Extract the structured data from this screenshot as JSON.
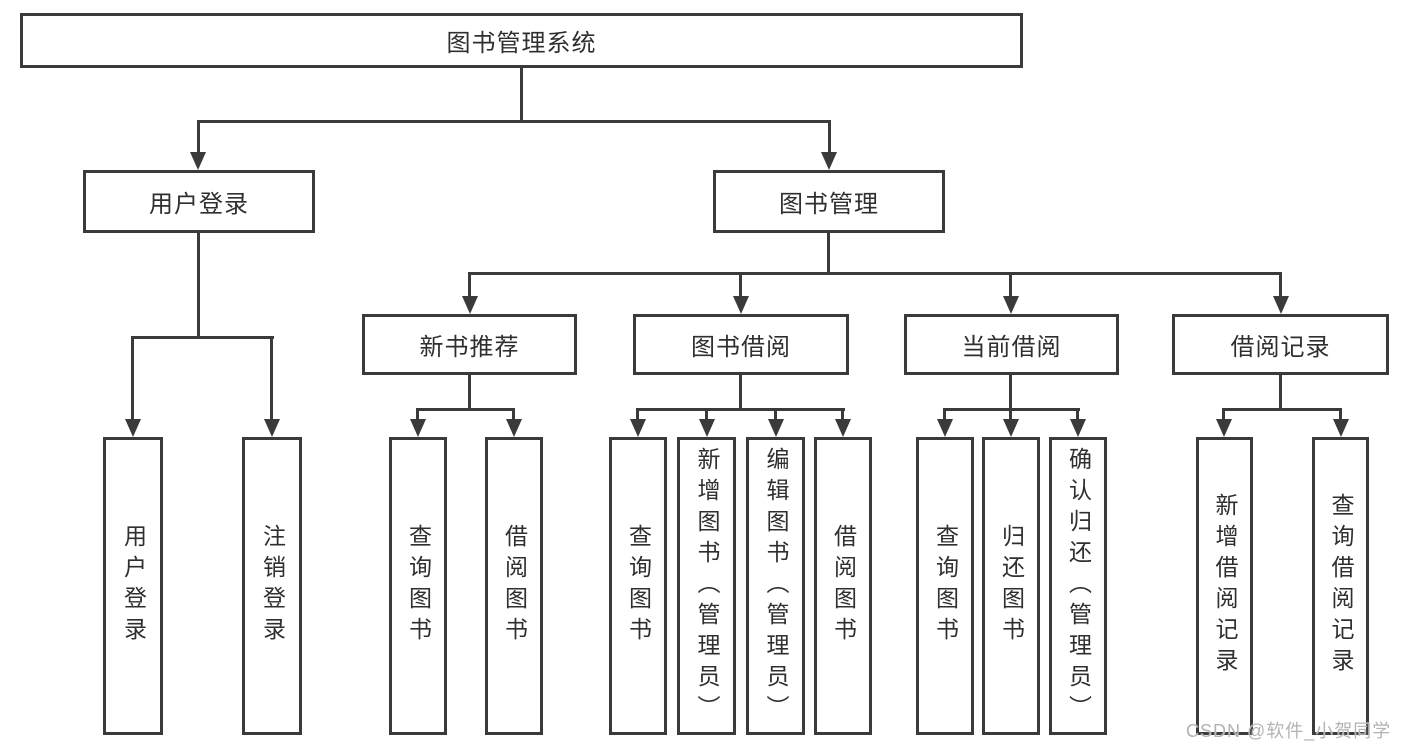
{
  "diagram_type": "hierarchy",
  "tree": {
    "label": "图书管理系统",
    "children": [
      {
        "label": "用户登录",
        "children": [
          {
            "label": "用户登录"
          },
          {
            "label": "注销登录"
          }
        ]
      },
      {
        "label": "图书管理",
        "children": [
          {
            "label": "新书推荐",
            "children": [
              {
                "label": "查询图书"
              },
              {
                "label": "借阅图书"
              }
            ]
          },
          {
            "label": "图书借阅",
            "children": [
              {
                "label": "查询图书"
              },
              {
                "label": "新增图书（管理员）"
              },
              {
                "label": "编辑图书（管理员）"
              },
              {
                "label": "借阅图书"
              }
            ]
          },
          {
            "label": "当前借阅",
            "children": [
              {
                "label": "查询图书"
              },
              {
                "label": "归还图书"
              },
              {
                "label": "确认归还（管理员）"
              }
            ]
          },
          {
            "label": "借阅记录",
            "children": [
              {
                "label": "新增借阅记录"
              },
              {
                "label": "查询借阅记录"
              }
            ]
          }
        ]
      }
    ]
  },
  "watermark": {
    "text": "CSDN @软件_小贺同学"
  },
  "colors": {
    "line": "#3a3a3a",
    "text": "#2f2f2f",
    "watermark": "#b3b3b3",
    "background": "#ffffff"
  }
}
